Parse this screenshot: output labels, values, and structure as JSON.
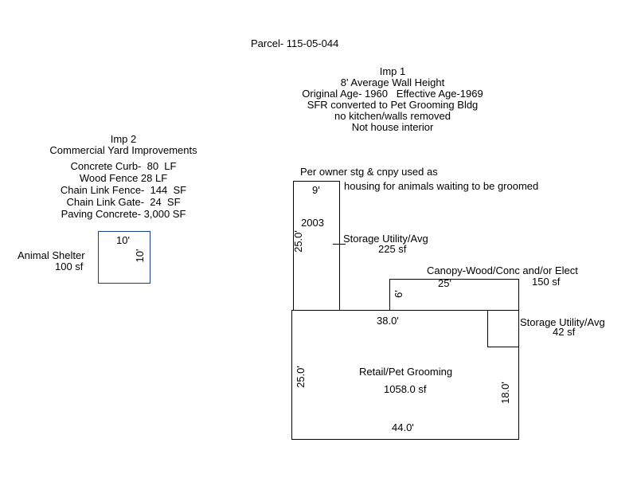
{
  "parcel": "Parcel- 115-05-044",
  "imp1": {
    "title": "Imp 1",
    "lines": [
      "8' Average Wall Height",
      "Original Age- 1960   Effective Age-1969",
      "SFR converted to Pet Grooming Bldg",
      "no kitchen/walls removed",
      "Not house interior"
    ]
  },
  "imp2": {
    "title": "Imp 2",
    "subtitle": "Commercial Yard Improvements",
    "items": [
      "Concrete Curb-  80  LF",
      "Wood Fence 28 LF",
      "Chain Link Fence-  144  SF",
      "Chain Link Gate-  24  SF",
      "Paving Concrete- 3,000 SF"
    ]
  },
  "note": {
    "line1": "Per owner stg & cnpy used as",
    "line2": "housing for animals waiting to be groomed"
  },
  "shelter": {
    "label": "Animal Shelter",
    "area": "100 sf",
    "dim_top": "10'",
    "dim_side": "10'",
    "border_color": "#1a3c8c"
  },
  "storage_tall": {
    "dim_top": "9'",
    "year": "2003",
    "dim_side": "25.0'",
    "label": "Storage Utility/Avg",
    "area": "225 sf"
  },
  "canopy": {
    "label": "Canopy-Wood/Conc and/or Elect",
    "area": "150 sf",
    "dim_top": "25'",
    "dim_side": "6'"
  },
  "storage_small": {
    "label": "Storage Utility/Avg",
    "area": "42 sf"
  },
  "main": {
    "label": "Retail/Pet Grooming",
    "area": "1058.0 sf",
    "dim_top": "38.0'",
    "dim_bottom": "44.0'",
    "dim_left": "25.0'",
    "dim_right": "18.0'"
  }
}
